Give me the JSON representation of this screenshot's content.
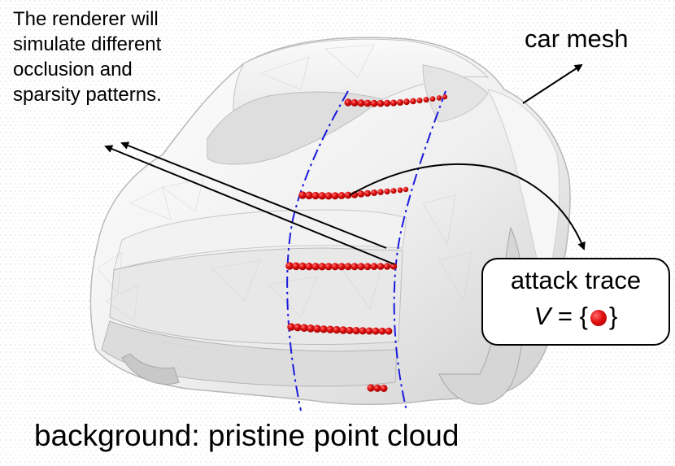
{
  "annotations": {
    "renderer_note": "The renderer will\nsimulate different\nocclusion and\nsparsity patterns.",
    "car_mesh": "car mesh",
    "attack_trace_title": "attack trace",
    "attack_trace_formula_var": "V",
    "attack_trace_formula_eq": " = {",
    "attack_trace_formula_close": "}",
    "background": "background: pristine point cloud"
  },
  "colors": {
    "trace_points": "#e01010",
    "dash_curves": "#1a1adc",
    "arrows": "#000000",
    "car_body": "#f0f0f0"
  },
  "icons": {
    "trace_point": "red-sphere-icon"
  }
}
